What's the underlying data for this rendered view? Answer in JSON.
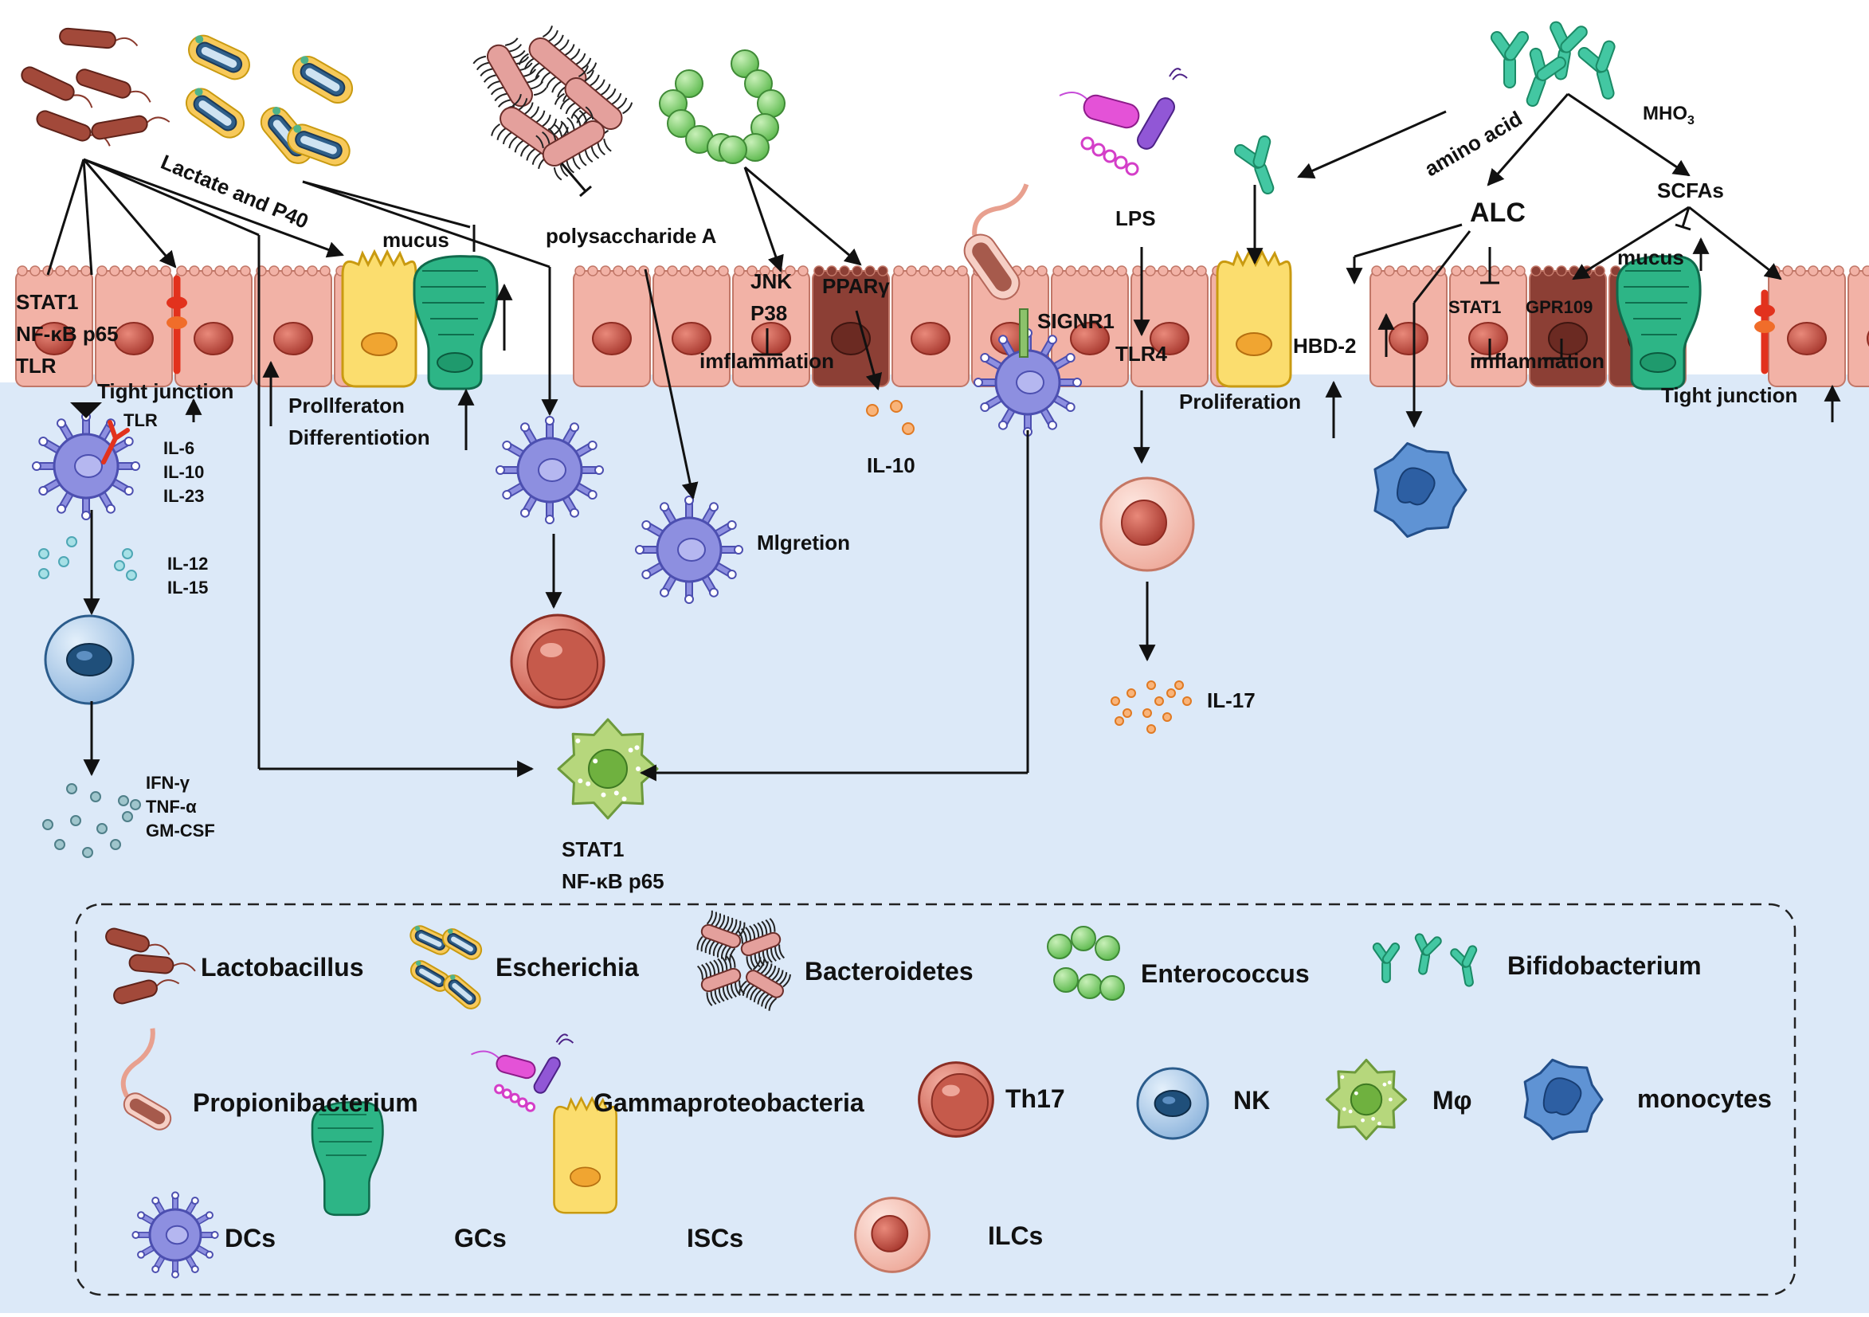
{
  "labels": {
    "stat1_left": "STAT1",
    "nfkb_left": "NF-κB p65",
    "tlr_left": "TLR",
    "tight_junction_left": "Tight junction",
    "tlr_small": "TLR",
    "il6": "IL-6",
    "il10_a": "IL-10",
    "il23": "IL-23",
    "il12": "IL-12",
    "il15": "IL-15",
    "ifng": "IFN-γ",
    "tnfa": "TNF-α",
    "gmcsf": "GM-CSF",
    "lactate": "Lactate and P40",
    "mucus_left": "mucus",
    "polysaccharide": "polysaccharide A",
    "proliferation_left": "Prollferaton",
    "differentiation": "Differentiotion",
    "jnk": "JNK",
    "p38": "P38",
    "inflammation_mid": "imflammation",
    "ppar": "PPARγ",
    "il10_b": "IL-10",
    "migration": "Mlgretion",
    "stat1_center": "STAT1",
    "nfkb_center": "NF-κB p65",
    "signr1": "SIGNR1",
    "lps": "LPS",
    "tlr4": "TLR4",
    "il17": "IL-17",
    "amino_acid": "amino acid",
    "mho3": "MHO",
    "mho3_sub": "3",
    "alc": "ALC",
    "scfas": "SCFAs",
    "mucus_right": "mucus",
    "hbd2": "HBD-2",
    "proliferation_right": "Proliferation",
    "stat1_right": "STAT1",
    "gpr109": "GPR109",
    "inflammation_right": "imflammation",
    "tight_junction_right": "Tight junction"
  },
  "legend": {
    "lactobacillus": "Lactobacillus",
    "escherichia": "Escherichia",
    "bacteroidetes": "Bacteroidetes",
    "enterococcus": "Enterococcus",
    "bifidobacterium": "Bifidobacterium",
    "propionibacterium": "Propionibacterium",
    "gammaproteobacteria": "Gammaproteobacteria",
    "th17": "Th17",
    "nk": "NK",
    "macrophage": "Mφ",
    "monocytes": "monocytes",
    "dcs": "DCs",
    "gcs": "GCs",
    "iscs": "ISCs",
    "ilcs": "ILCs"
  },
  "colors": {
    "lumen_background": "#ffffff",
    "tissue_background": "#dce9f8",
    "epithelium": "#f2b2a6",
    "nucleus": "#c0504d",
    "dark_cell": "#8c3f35",
    "goblet_green": "#2db586",
    "stem_yellow": "#fbdd6e",
    "dc_purple": "#8d8fe0",
    "enterococcus_green": "#8ed47d",
    "bifido_teal": "#43c7a2",
    "macrophage_green": "#b6d77c",
    "monocyte_blue": "#3a74bf",
    "nk_blue": "#9fc3e4",
    "th17_red": "#d8786a",
    "ilc_pink": "#f7c8bc",
    "junction_red": "#e2321d"
  }
}
